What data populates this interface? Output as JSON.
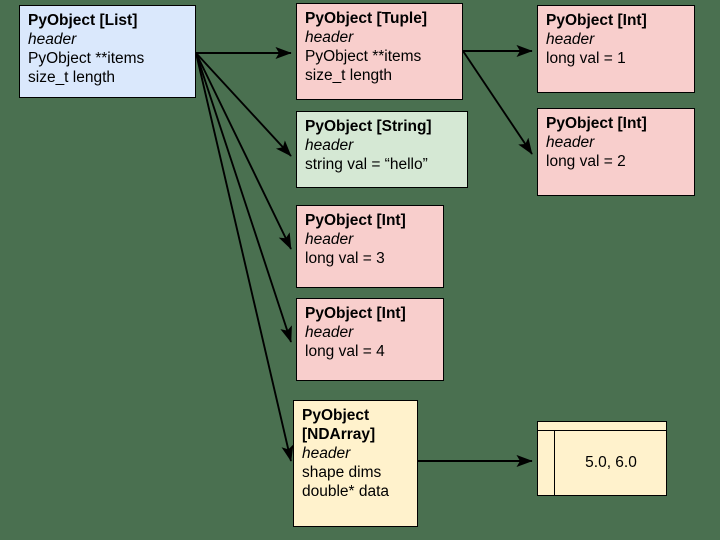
{
  "diagram": {
    "title": "CPython object memory layout diagram",
    "background_color": "#4a7050",
    "palette": {
      "list_fill": "#dae8fc",
      "tuple_fill": "#f8cecc",
      "int_fill": "#f8cecc",
      "string_fill": "#d5e8d4",
      "ndarray_fill": "#fff2cc",
      "buffer_fill": "#fff2cc",
      "stroke": "#000000",
      "text": "#000000"
    },
    "nodes": [
      {
        "id": "list",
        "lines": [
          "PyObject [List]",
          "header",
          "PyObject **items",
          "size_t length"
        ]
      },
      {
        "id": "tuple",
        "lines": [
          "PyObject [Tuple]",
          "header",
          "PyObject **items",
          "size_t length"
        ]
      },
      {
        "id": "int1",
        "lines": [
          "PyObject [Int]",
          "header",
          "long val = 1"
        ]
      },
      {
        "id": "int2",
        "lines": [
          "PyObject [Int]",
          "header",
          "long val = 2"
        ]
      },
      {
        "id": "string",
        "lines": [
          "PyObject [String]",
          "header",
          "string val = “hello”"
        ]
      },
      {
        "id": "int3",
        "lines": [
          "PyObject [Int]",
          "header",
          "long val = 3"
        ]
      },
      {
        "id": "int4",
        "lines": [
          "PyObject [Int]",
          "header",
          "long val = 4"
        ]
      },
      {
        "id": "ndarray",
        "lines": [
          "PyObject",
          "[NDArray]",
          "header",
          "shape dims",
          "double* data"
        ]
      }
    ],
    "buffer": {
      "id": "databuffer",
      "value": "5.0, 6.0"
    }
  }
}
